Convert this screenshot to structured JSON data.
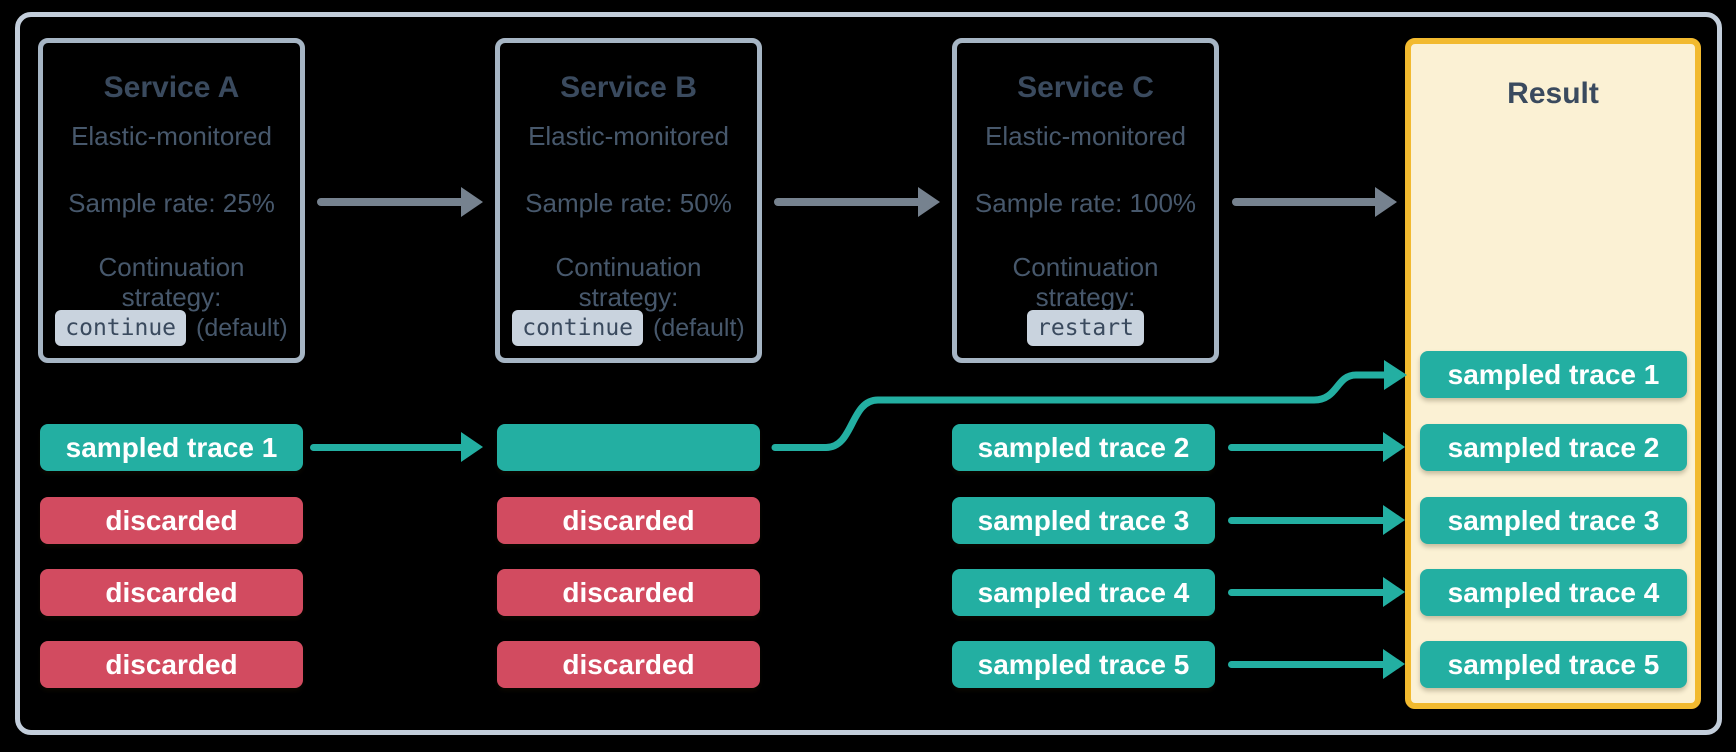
{
  "diagram": {
    "services": [
      {
        "title": "Service A",
        "monitored": "Elastic-monitored",
        "sample_rate": "Sample rate: 25%",
        "continuation_label": "Continuation\nstrategy:",
        "strategy_value": "continue",
        "strategy_note": "(default)"
      },
      {
        "title": "Service B",
        "monitored": "Elastic-monitored",
        "sample_rate": "Sample rate: 50%",
        "continuation_label": "Continuation\nstrategy:",
        "strategy_value": "continue",
        "strategy_note": "(default)"
      },
      {
        "title": "Service C",
        "monitored": "Elastic-monitored",
        "sample_rate": "Sample rate: 100%",
        "continuation_label": "Continuation\nstrategy:",
        "strategy_value": "restart",
        "strategy_note": ""
      }
    ],
    "lanes": {
      "service_a": [
        "sampled trace 1",
        "discarded",
        "discarded",
        "discarded"
      ],
      "service_b": [
        "",
        "discarded",
        "discarded",
        "discarded"
      ],
      "service_c": [
        "sampled trace 2",
        "sampled trace 3",
        "sampled trace 4",
        "sampled trace 5"
      ]
    },
    "result": {
      "title": "Result",
      "rows": [
        "sampled trace 1",
        "sampled trace 2",
        "sampled trace 3",
        "sampled trace 4",
        "sampled trace 5"
      ]
    },
    "colors": {
      "sampled_teal": "#23AFA2",
      "discarded_red": "#D24B60",
      "result_border_yellow": "#F2BA2F",
      "result_fill_cream": "#FBF1D4",
      "frame_border": "#C3CEDB",
      "service_border": "#A6B5C4",
      "flow_arrow_gray": "#76828F",
      "title_text": "#3A4A5E",
      "body_text": "#47586C",
      "badge_bg": "#C9D3DE"
    }
  }
}
